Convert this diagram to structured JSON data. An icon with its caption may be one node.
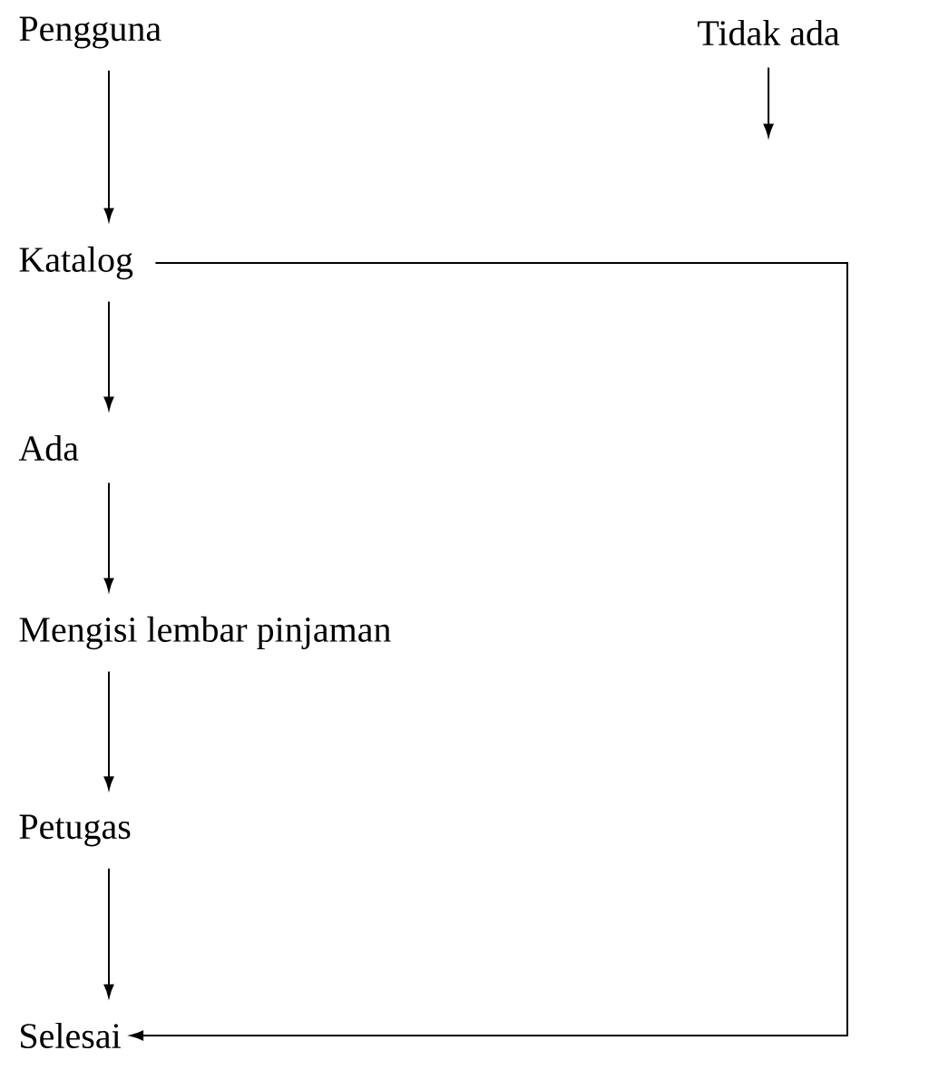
{
  "diagram": {
    "nodes": [
      {
        "text": [
          "Pengguna"
        ]
      },
      {
        "text": [
          "Tidak ada"
        ]
      },
      {
        "text": [
          "Katalog"
        ]
      },
      {
        "text": [
          "Ada"
        ]
      },
      {
        "text": [
          "Mengisi lembar pinjaman"
        ]
      },
      {
        "text": [
          "Petugas"
        ]
      },
      {
        "text": [
          "Selesai"
        ]
      }
    ],
    "edges": [
      {
        "from": 0,
        "to": 2,
        "arrow": "to"
      },
      {
        "from": 2,
        "to": 3,
        "arrow": "to"
      },
      {
        "from": 3,
        "to": 4,
        "arrow": "to"
      },
      {
        "from": 4,
        "to": 5,
        "arrow": "to"
      },
      {
        "from": 5,
        "to": 6,
        "arrow": "to"
      },
      {
        "from": 2,
        "to": 6,
        "arrow": "to"
      },
      {
        "from": 1,
        "to": null,
        "arrow": "to"
      }
    ]
  }
}
